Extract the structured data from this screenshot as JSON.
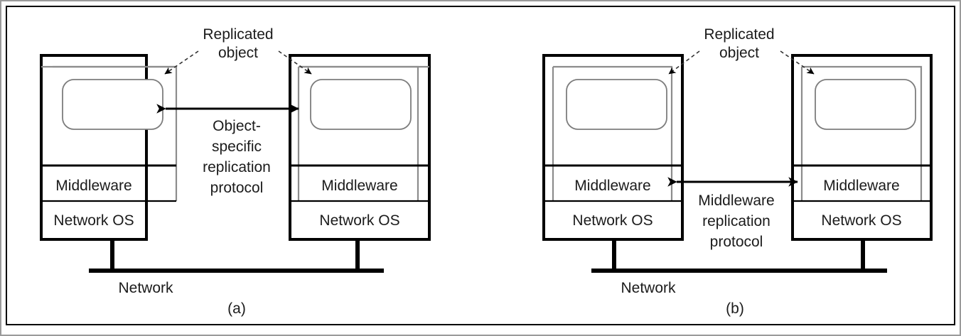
{
  "figure": {
    "type": "diagram",
    "description": "Two-panel diagram comparing object-specific replication with middleware replication in distributed systems"
  },
  "panels": [
    {
      "id": "a",
      "caption": "(a)",
      "annotation_title": [
        "Replicated",
        "object"
      ],
      "protocol_label": [
        "Object-",
        "specific",
        "replication",
        "protocol"
      ],
      "network_label": "Network",
      "machines": [
        {
          "object_label": "",
          "middleware_label": "Middleware",
          "os_label": "Network OS"
        },
        {
          "object_label": "",
          "middleware_label": "Middleware",
          "os_label": "Network OS"
        }
      ]
    },
    {
      "id": "b",
      "caption": "(b)",
      "annotation_title": [
        "Replicated",
        "object"
      ],
      "protocol_label": [
        "Middleware",
        "replication",
        "protocol"
      ],
      "network_label": "Network",
      "machines": [
        {
          "object_label": "",
          "middleware_label": "Middleware",
          "os_label": "Network OS"
        },
        {
          "object_label": "",
          "middleware_label": "Middleware",
          "os_label": "Network OS"
        }
      ]
    }
  ],
  "colors": {
    "stroke": "#000000",
    "thin_stroke": "#555555",
    "frame": "#000000",
    "page_border": "#9a9a9a",
    "text": "#1b1b1b",
    "background": "#ffffff"
  }
}
